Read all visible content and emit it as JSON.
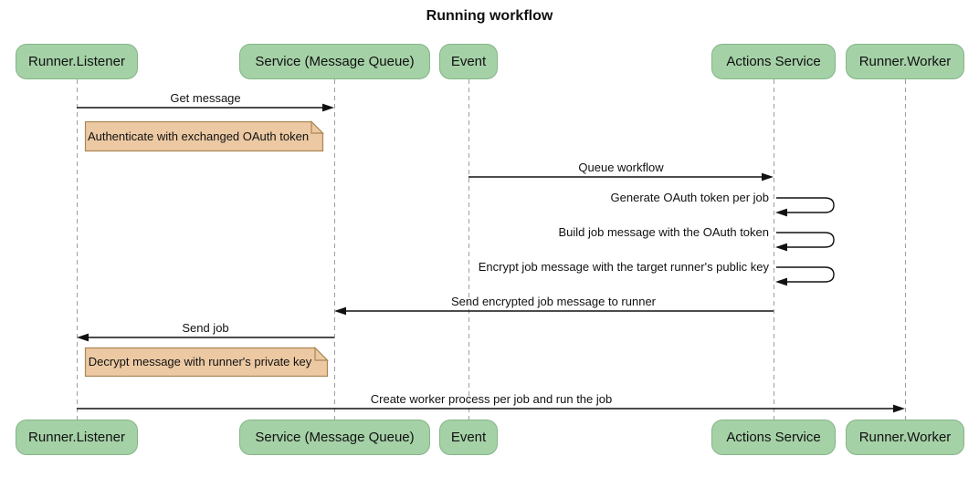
{
  "title": "Running workflow",
  "participants": [
    {
      "id": "runner-listener",
      "label": "Runner.Listener"
    },
    {
      "id": "service-message-queue",
      "label": "Service (Message Queue)"
    },
    {
      "id": "event",
      "label": "Event"
    },
    {
      "id": "actions-service",
      "label": "Actions Service"
    },
    {
      "id": "runner-worker",
      "label": "Runner.Worker"
    }
  ],
  "messages": [
    {
      "label": "Get message",
      "from": "Runner.Listener",
      "to": "Service (Message Queue)",
      "kind": "solid-arrow"
    },
    {
      "label": "Queue workflow",
      "from": "Event",
      "to": "Actions Service",
      "kind": "solid-arrow"
    },
    {
      "label": "Generate OAuth token per job",
      "from": "Actions Service",
      "to": "Actions Service",
      "kind": "self"
    },
    {
      "label": "Build job message with the OAuth token",
      "from": "Actions Service",
      "to": "Actions Service",
      "kind": "self"
    },
    {
      "label": "Encrypt job message with the target runner's public key",
      "from": "Actions Service",
      "to": "Actions Service",
      "kind": "self"
    },
    {
      "label": "Send encrypted job message to runner",
      "from": "Actions Service",
      "to": "Service (Message Queue)",
      "kind": "solid-arrow"
    },
    {
      "label": "Send job",
      "from": "Service (Message Queue)",
      "to": "Runner.Listener",
      "kind": "solid-arrow"
    },
    {
      "label": "Create worker process per job and run the job",
      "from": "Runner.Listener",
      "to": "Runner.Worker",
      "kind": "solid-arrow"
    }
  ],
  "notes": [
    {
      "label": "Authenticate with exchanged OAuth token",
      "anchor": "Runner.Listener"
    },
    {
      "label": "Decrypt message with runner's private key",
      "anchor": "Runner.Listener"
    }
  ],
  "colors": {
    "actor_fill": "#a5d1a7",
    "actor_border": "#84b586",
    "note_fill": "#ecc9a3",
    "note_border": "#aa8753",
    "message_line": "#111111",
    "lifeline": "#9e9e9e",
    "text": "#111111",
    "background": "#ffffff"
  }
}
